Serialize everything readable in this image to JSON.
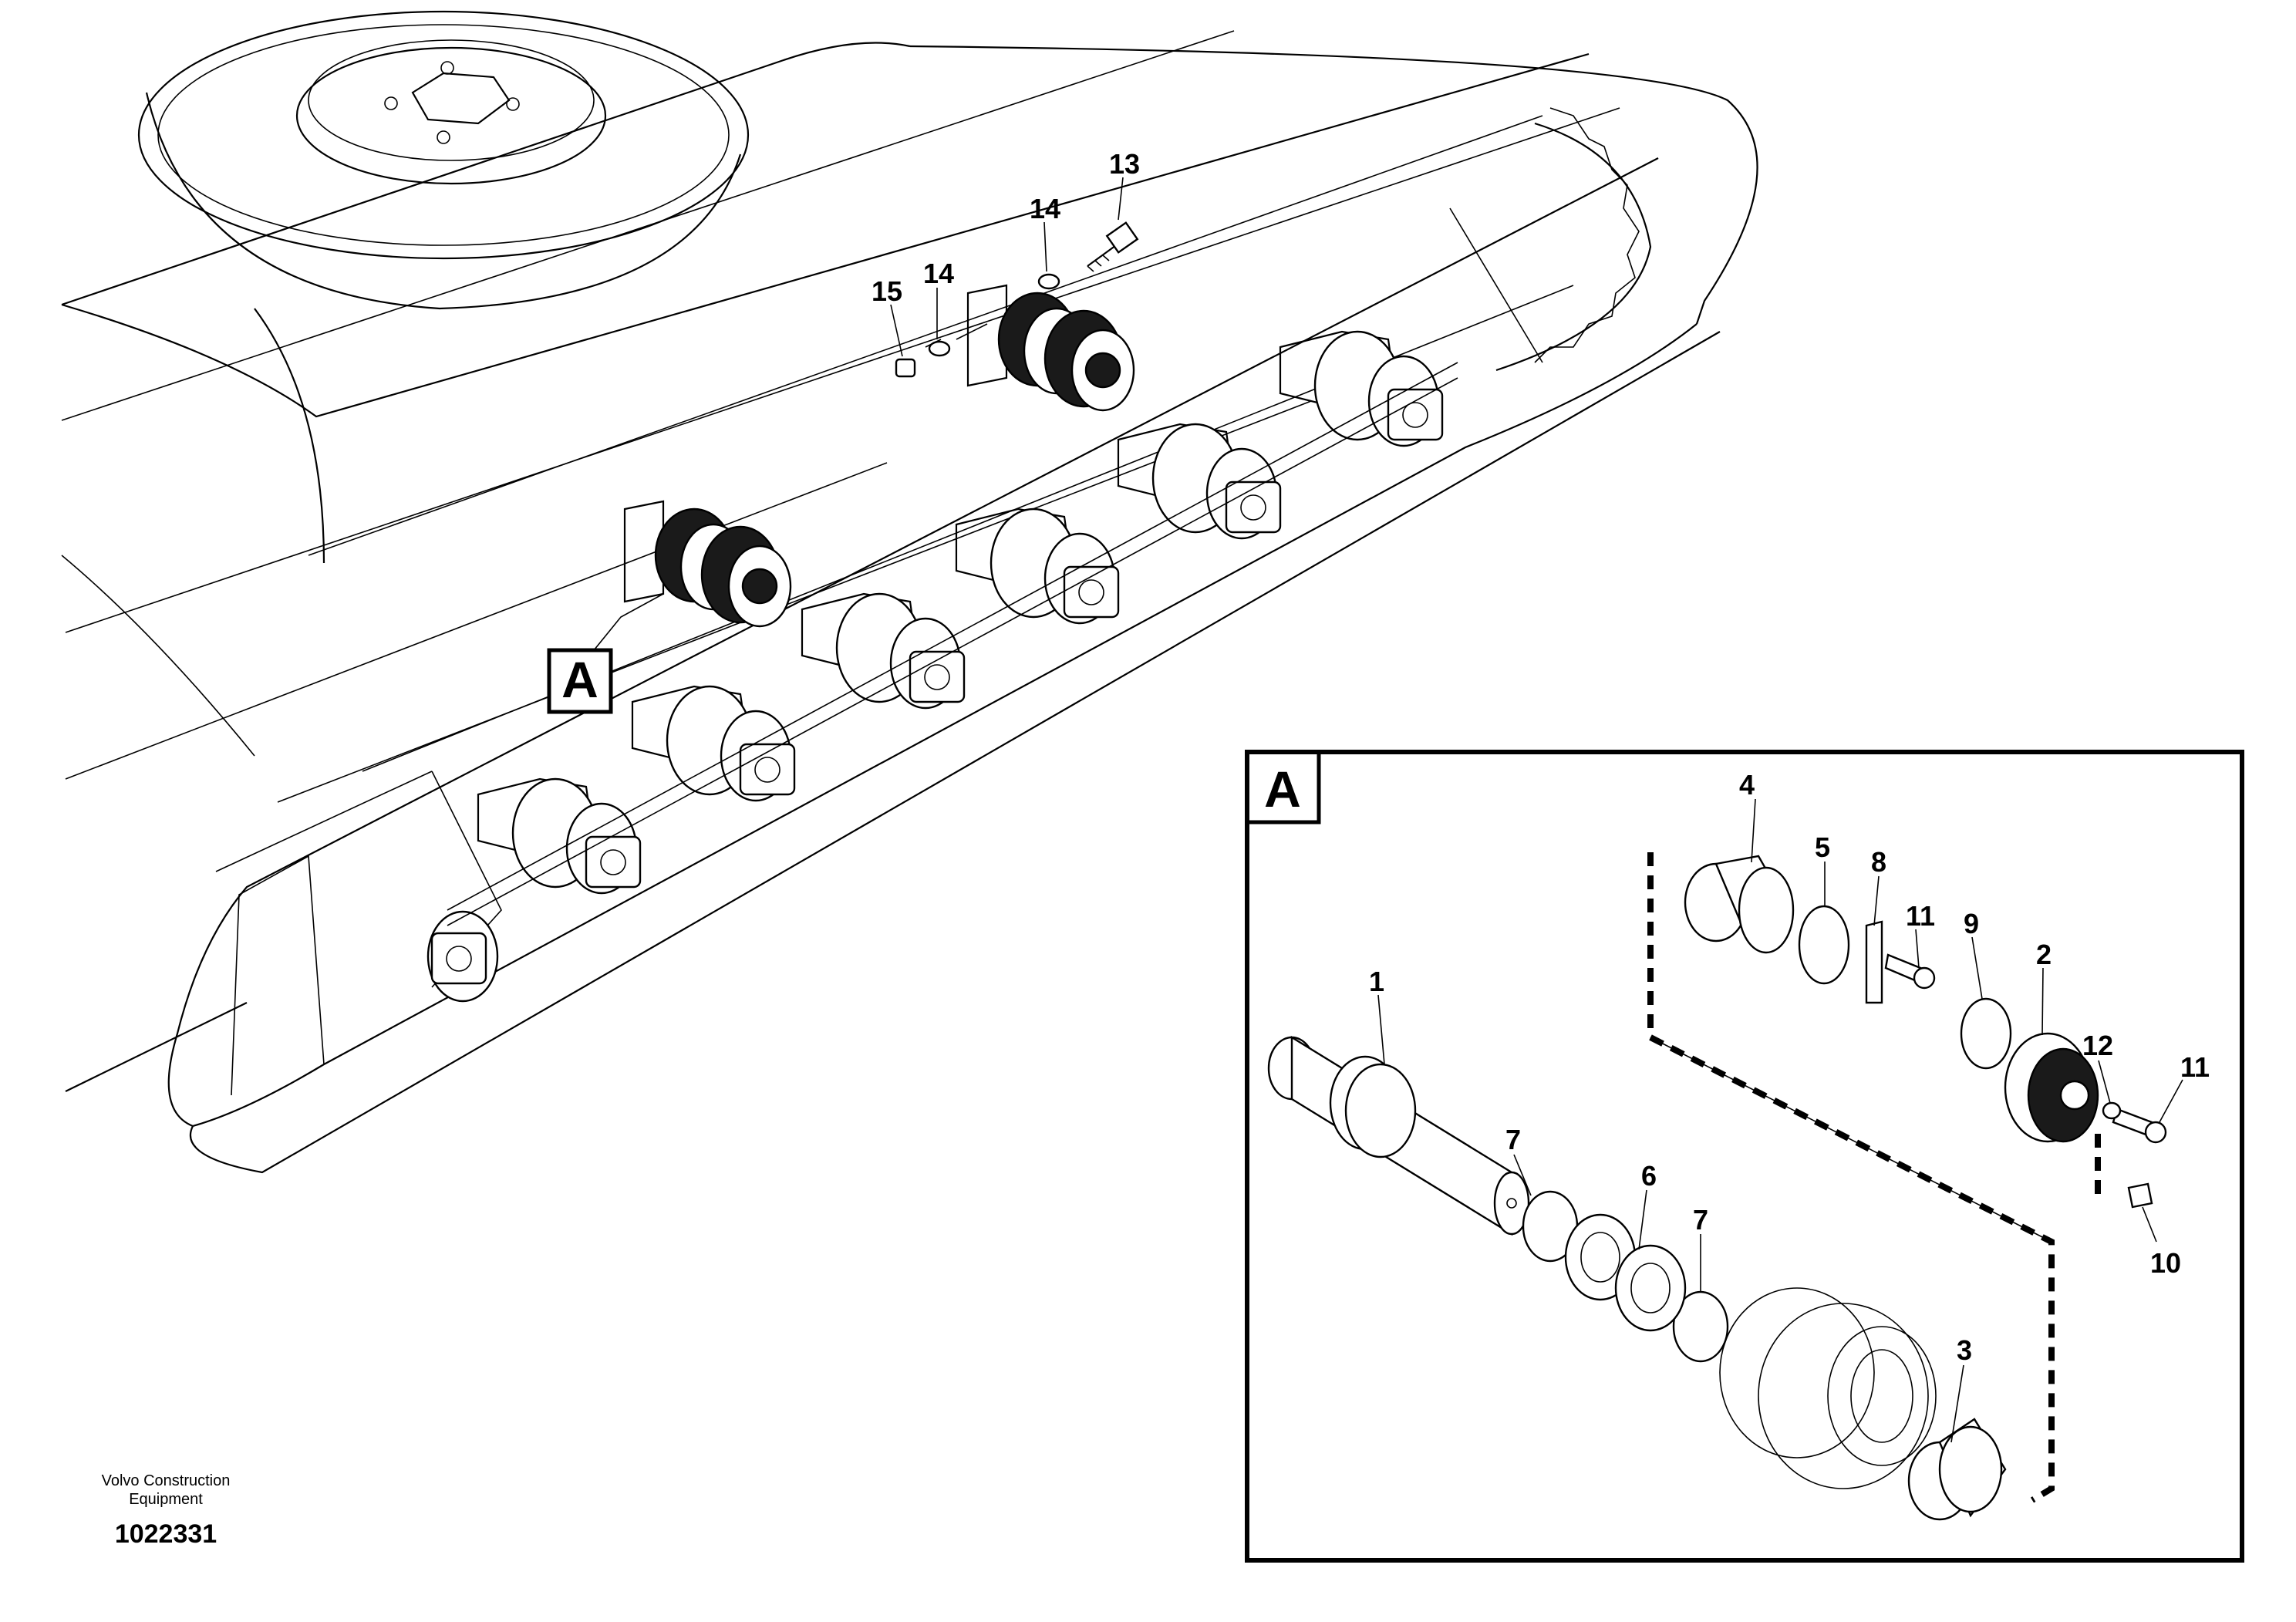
{
  "diagram": {
    "callouts": {
      "c13": "13",
      "c14a": "14",
      "c14b": "14",
      "c15": "15",
      "c1": "1",
      "c2": "2",
      "c3": "3",
      "c4": "4",
      "c5": "5",
      "c6": "6",
      "c7a": "7",
      "c7b": "7",
      "c8": "8",
      "c9": "9",
      "c10": "10",
      "c11a": "11",
      "c11b": "11",
      "c12": "12"
    },
    "detail_marker": "A",
    "detail_title": "A"
  },
  "credits": {
    "line1": "Volvo Construction",
    "line2": "Equipment",
    "drawing_number": "1022331"
  }
}
